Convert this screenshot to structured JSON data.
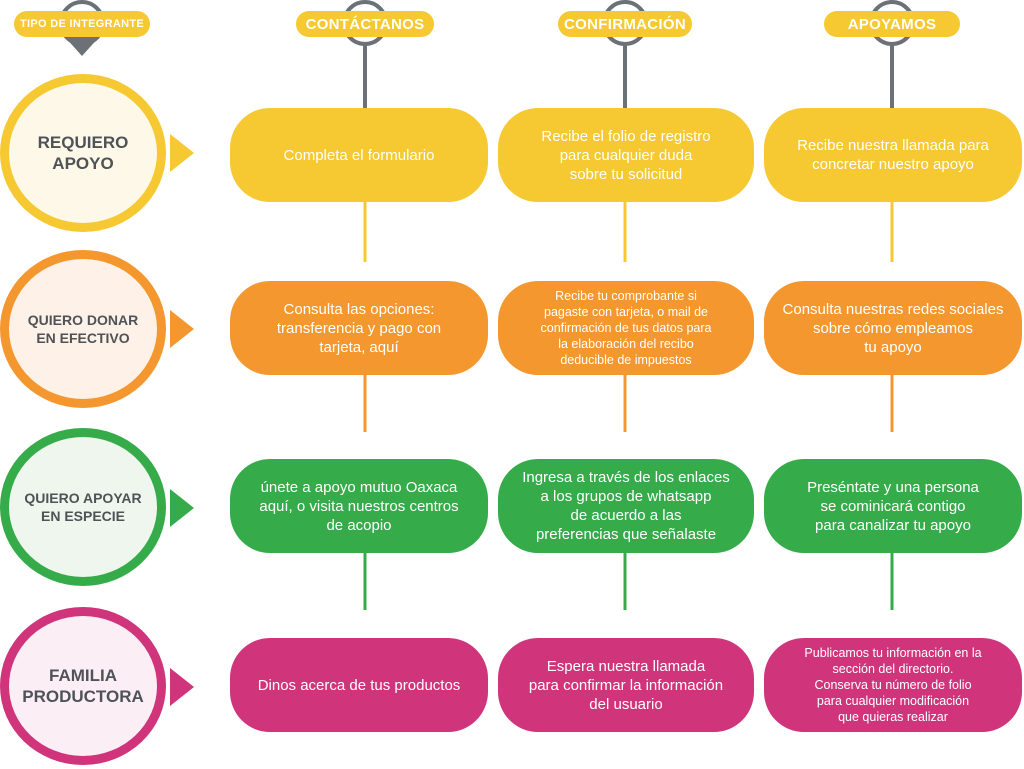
{
  "colors": {
    "yellow": "#f6c832",
    "orange": "#f4972f",
    "green": "#36ab4a",
    "magenta": "#d0347a",
    "connector_gray": "#5a5f66",
    "circle_ring_gray": "#6c7178",
    "label_gray": "#4f5357"
  },
  "header": {
    "integrant_type": "TIPO DE INTEGRANTE",
    "columns": [
      "CONTÁCTANOS",
      "CONFIRMACIÓN",
      "APOYAMOS"
    ]
  },
  "rows": [
    {
      "label": "REQUIERO\nAPOYO",
      "color": "yellow",
      "steps": [
        "Completa el formulario",
        "Recibe el folio de registro\npara cualquier duda\nsobre tu solicitud",
        "Recibe nuestra llamada para\nconcretar nuestro apoyo"
      ]
    },
    {
      "label": "QUIERO DONAR\nEN EFECTIVO",
      "color": "orange",
      "steps": [
        "Consulta las opciones:\ntransferencia y pago con\ntarjeta, aquí",
        "Recibe tu comprobante si\npagaste con tarjeta, o mail de\nconfirmación de tus datos para\nla elaboración del recibo\ndeducible de impuestos",
        "Consulta nuestras redes sociales\nsobre cómo empleamos\ntu apoyo"
      ]
    },
    {
      "label": "QUIERO APOYAR\nEN ESPECIE",
      "color": "green",
      "steps": [
        "únete a apoyo mutuo Oaxaca\naquí, o visita nuestros centros\nde acopio",
        "Ingresa a través de los enlaces\na los grupos de whatsapp\nde acuerdo a las\npreferencias que señalaste",
        "Preséntate y una persona\nse cominicará contigo\npara canalizar tu apoyo"
      ]
    },
    {
      "label": "FAMILIA\nPRODUCTORA",
      "color": "magenta",
      "steps": [
        "Dinos acerca de tus productos",
        "Espera nuestra llamada\npara confirmar la información\ndel usuario",
        "Publicamos tu información en la\nsección del directorio.\nConserva tu número de folio\npara cualquier modificación\nque quieras realizar"
      ]
    }
  ]
}
